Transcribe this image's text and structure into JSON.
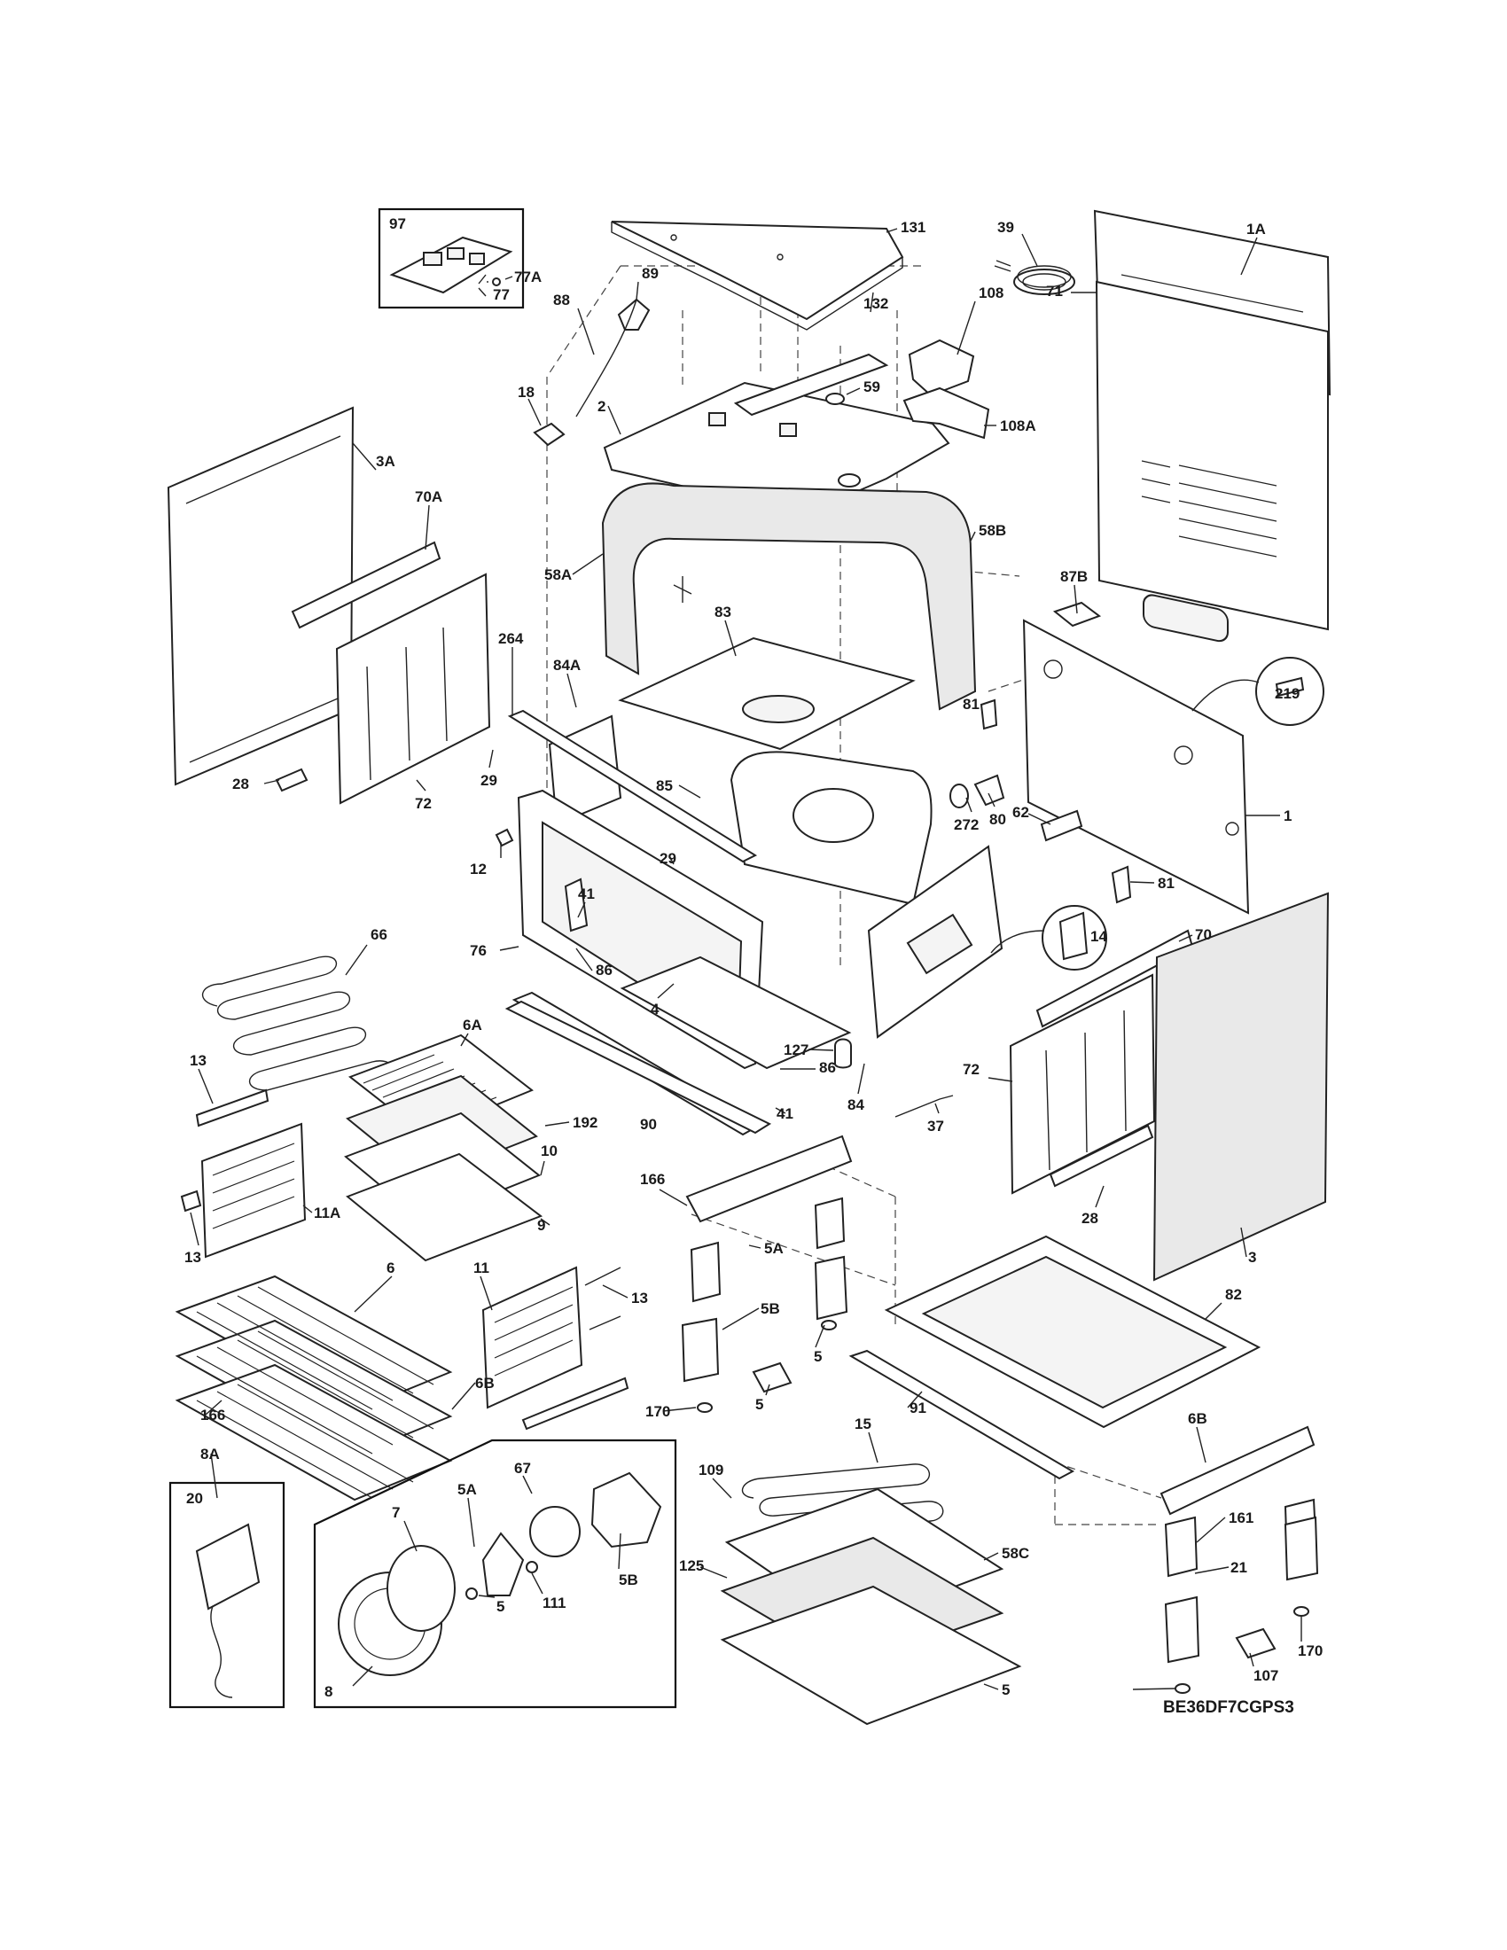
{
  "diagram_code": "BE36DF7CGPS3",
  "callouts": [
    "97",
    "77A",
    "77",
    "89",
    "131",
    "39",
    "1A",
    "88",
    "132",
    "108",
    "71",
    "18",
    "2",
    "59",
    "108A",
    "3A",
    "70A",
    "58B",
    "58A",
    "87B",
    "83",
    "264",
    "84A",
    "219",
    "81",
    "28",
    "29",
    "72",
    "85",
    "1",
    "272",
    "80",
    "62",
    "12",
    "29",
    "81",
    "41",
    "14",
    "70",
    "76",
    "86",
    "127",
    "66",
    "4",
    "6A",
    "13",
    "86",
    "84",
    "72",
    "192",
    "41",
    "90",
    "37",
    "10",
    "166",
    "11A",
    "9",
    "28",
    "13",
    "5A",
    "3",
    "6",
    "11",
    "82",
    "13",
    "5B",
    "6B",
    "5",
    "170",
    "5",
    "91",
    "166",
    "6B",
    "8A",
    "15",
    "20",
    "67",
    "109",
    "5A",
    "161",
    "7",
    "58C",
    "125",
    "5B",
    "21",
    "111",
    "5",
    "170",
    "107",
    "8",
    "5"
  ]
}
